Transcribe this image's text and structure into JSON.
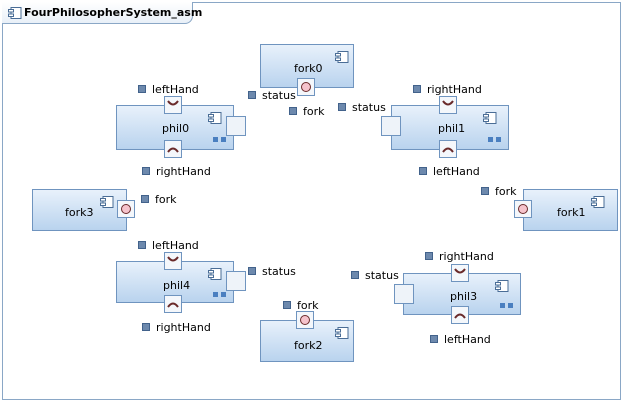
{
  "diagram": {
    "title": "FourPhilosopherSystem_asm",
    "forks": [
      {
        "id": "fork0",
        "name": "fork0"
      },
      {
        "id": "fork1",
        "name": "fork1"
      },
      {
        "id": "fork2",
        "name": "fork2"
      },
      {
        "id": "fork3",
        "name": "fork3"
      }
    ],
    "philosophers": [
      {
        "id": "phil0",
        "name": "phil0"
      },
      {
        "id": "phil1",
        "name": "phil1"
      },
      {
        "id": "phil3",
        "name": "phil3"
      },
      {
        "id": "phil4",
        "name": "phil4"
      }
    ],
    "port_labels": {
      "leftHand": "leftHand",
      "rightHand": "rightHand",
      "status": "status",
      "fork": "fork"
    }
  },
  "colors": {
    "part_border": "#6f94bf",
    "part_fill_top": "#e8f1fb",
    "part_fill_bottom": "#b9d3ee",
    "port_marker": "#6d89ad",
    "provided_interface": "#f5c3cc"
  },
  "icons": {
    "component": "component-icon",
    "structure": "structure-icon",
    "provided": "provided-interface-icon",
    "required": "required-interface-icon"
  }
}
